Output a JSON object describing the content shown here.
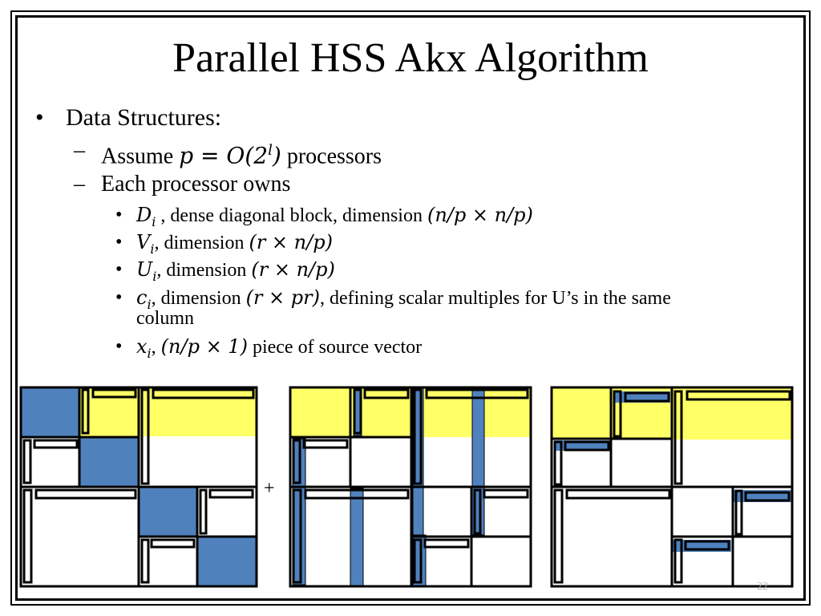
{
  "slide": {
    "title": "Parallel HSS Akx Algorithm",
    "bullet_l1": "Data Structures:",
    "assume": {
      "pre": "Assume ",
      "math": "p = O(2",
      "sup": "l",
      "math_close": ")",
      "post": " processors"
    },
    "each": "Each processor owns",
    "items": [
      {
        "sym": "D",
        "sub": "i",
        "text1": " , dense diagonal block, dimension ",
        "dim": "(n/p × n/p)",
        "text2": ""
      },
      {
        "sym": "V",
        "sub": "i",
        "text1": ", dimension ",
        "dim": "(r × n/p)",
        "text2": ""
      },
      {
        "sym": "U",
        "sub": "i",
        "text1": ", dimension ",
        "dim": "(r × n/p)",
        "text2": ""
      },
      {
        "sym": "c",
        "sub": "i",
        "text1": ", dimension ",
        "dim": "(r × pr)",
        "text2": ", defining scalar multiples for U’s in the same",
        "cont": "column"
      },
      {
        "sym": "x",
        "sub": "i",
        "text1": ", ",
        "dim": "(n/p × 1)",
        "text2": " piece of source vector"
      }
    ],
    "operator": "+",
    "page_number": "22"
  },
  "colors": {
    "blue": "#4f81bd",
    "yellow": "#ffff66",
    "border": "#000000"
  }
}
